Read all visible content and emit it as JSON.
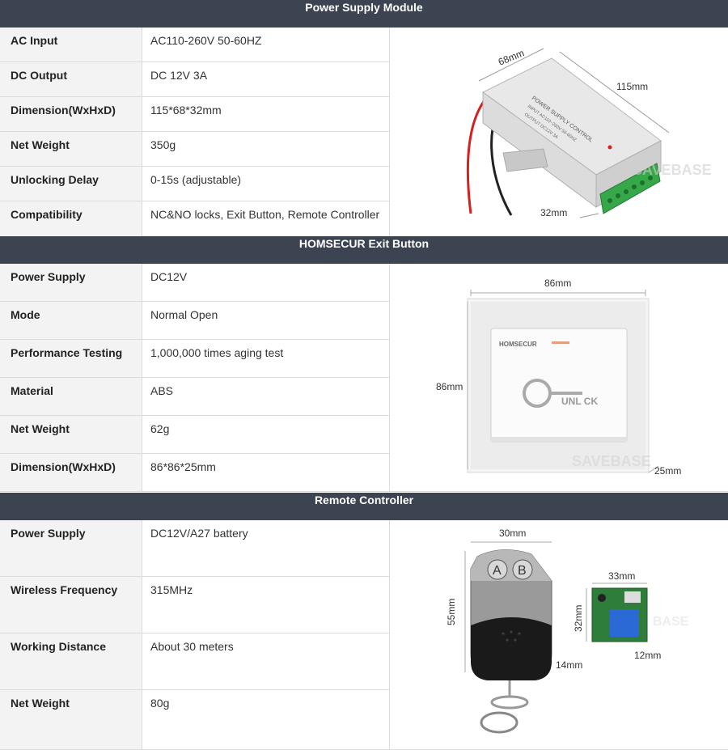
{
  "sections": [
    {
      "title": "Power Supply Module",
      "rows": [
        {
          "label": "AC Input",
          "value": "AC110-260V 50-60HZ"
        },
        {
          "label": "DC Output",
          "value": "DC 12V 3A"
        },
        {
          "label": "Dimension(WxHxD)",
          "value": "115*68*32mm"
        },
        {
          "label": "Net Weight",
          "value": "350g"
        },
        {
          "label": "Unlocking Delay",
          "value": "0-15s (adjustable)"
        },
        {
          "label": "Compatibility",
          "value": "NC&NO locks, Exit Button, Remote Controller"
        }
      ],
      "image": {
        "dim_width": "68mm",
        "dim_length": "115mm",
        "dim_height": "32mm",
        "box_title": "POWER SUPPLY CONTROL",
        "box_input": "INPUT AC110~260V 50-60HZ",
        "box_output": "OUTPUT DC12V 3A",
        "watermark": "SAVEBASE"
      }
    },
    {
      "title": "HOMSECUR Exit Button",
      "rows": [
        {
          "label": "Power Supply",
          "value": "DC12V"
        },
        {
          "label": "Mode",
          "value": "Normal Open"
        },
        {
          "label": "Performance Testing",
          "value": "1,000,000 times aging test"
        },
        {
          "label": "Material",
          "value": "ABS"
        },
        {
          "label": "Net Weight",
          "value": "62g"
        },
        {
          "label": "Dimension(WxHxD)",
          "value": "86*86*25mm"
        }
      ],
      "image": {
        "dim_width": "86mm",
        "dim_height": "86mm",
        "dim_depth": "25mm",
        "brand": "HOMSECUR",
        "unlock_text": "UNL  CK",
        "watermark": "SAVEBASE"
      }
    },
    {
      "title": "Remote Controller",
      "rows": [
        {
          "label": "Power Supply",
          "value": "DC12V/A27 battery"
        },
        {
          "label": "Wireless Frequency",
          "value": "315MHz"
        },
        {
          "label": "Working Distance",
          "value": "About 30 meters"
        },
        {
          "label": "Net Weight",
          "value": "80g"
        }
      ],
      "image": {
        "dim_fob_width": "30mm",
        "dim_fob_height": "55mm",
        "dim_fob_depth": "14mm",
        "dim_recv_width": "33mm",
        "dim_recv_height": "32mm",
        "dim_recv_depth": "12mm",
        "btn_a": "A",
        "btn_b": "B",
        "watermark": "BASE"
      }
    }
  ],
  "colors": {
    "header_bg": "#3d4451",
    "label_bg": "#f3f3f3",
    "border": "#dcdcdc"
  }
}
